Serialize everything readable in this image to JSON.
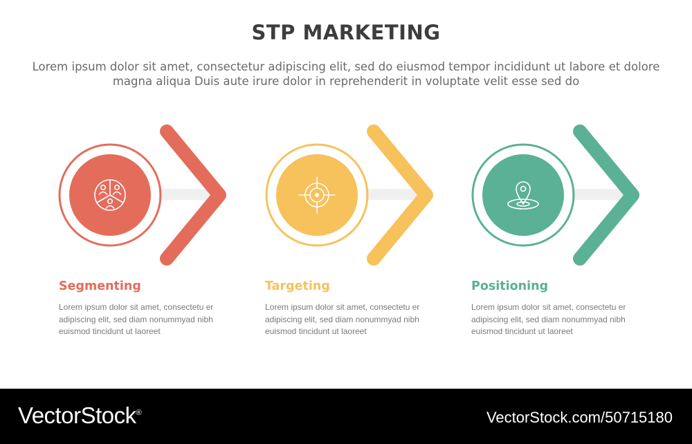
{
  "header": {
    "title": "STP MARKETING",
    "subtitle": "Lorem ipsum dolor sit amet, consectetur adipiscing elit, sed do eiusmod tempor incididunt ut labore et dolore magna aliqua Duis aute irure dolor in reprehenderit in voluptate velit esse sed do"
  },
  "stages": [
    {
      "title": "Segmenting",
      "body": "Lorem ipsum dolor sit amet, consectetu er adipiscing elit, sed diam nonummyad nibh euismod tincidunt ut laoreet",
      "color": "#e46c5b",
      "icon": "segmentation-icon"
    },
    {
      "title": "Targeting",
      "body": "Lorem ipsum dolor sit amet, consectetu er adipiscing elit, sed diam nonummyad nibh euismod tincidunt ut laoreet",
      "color": "#f7c15c",
      "icon": "crosshair-icon"
    },
    {
      "title": "Positioning",
      "body": "Lorem ipsum dolor sit amet, consectetu er adipiscing elit, sed diam nonummyad nibh euismod tincidunt ut laoreet",
      "color": "#5ab195",
      "icon": "location-pin-icon"
    }
  ],
  "footer": {
    "logo": "VectorStock",
    "logo_mark": "®",
    "url": "VectorStock.com/50715180"
  },
  "colors": {
    "connector": "#f0f0f0",
    "footer_bg": "#000000"
  }
}
